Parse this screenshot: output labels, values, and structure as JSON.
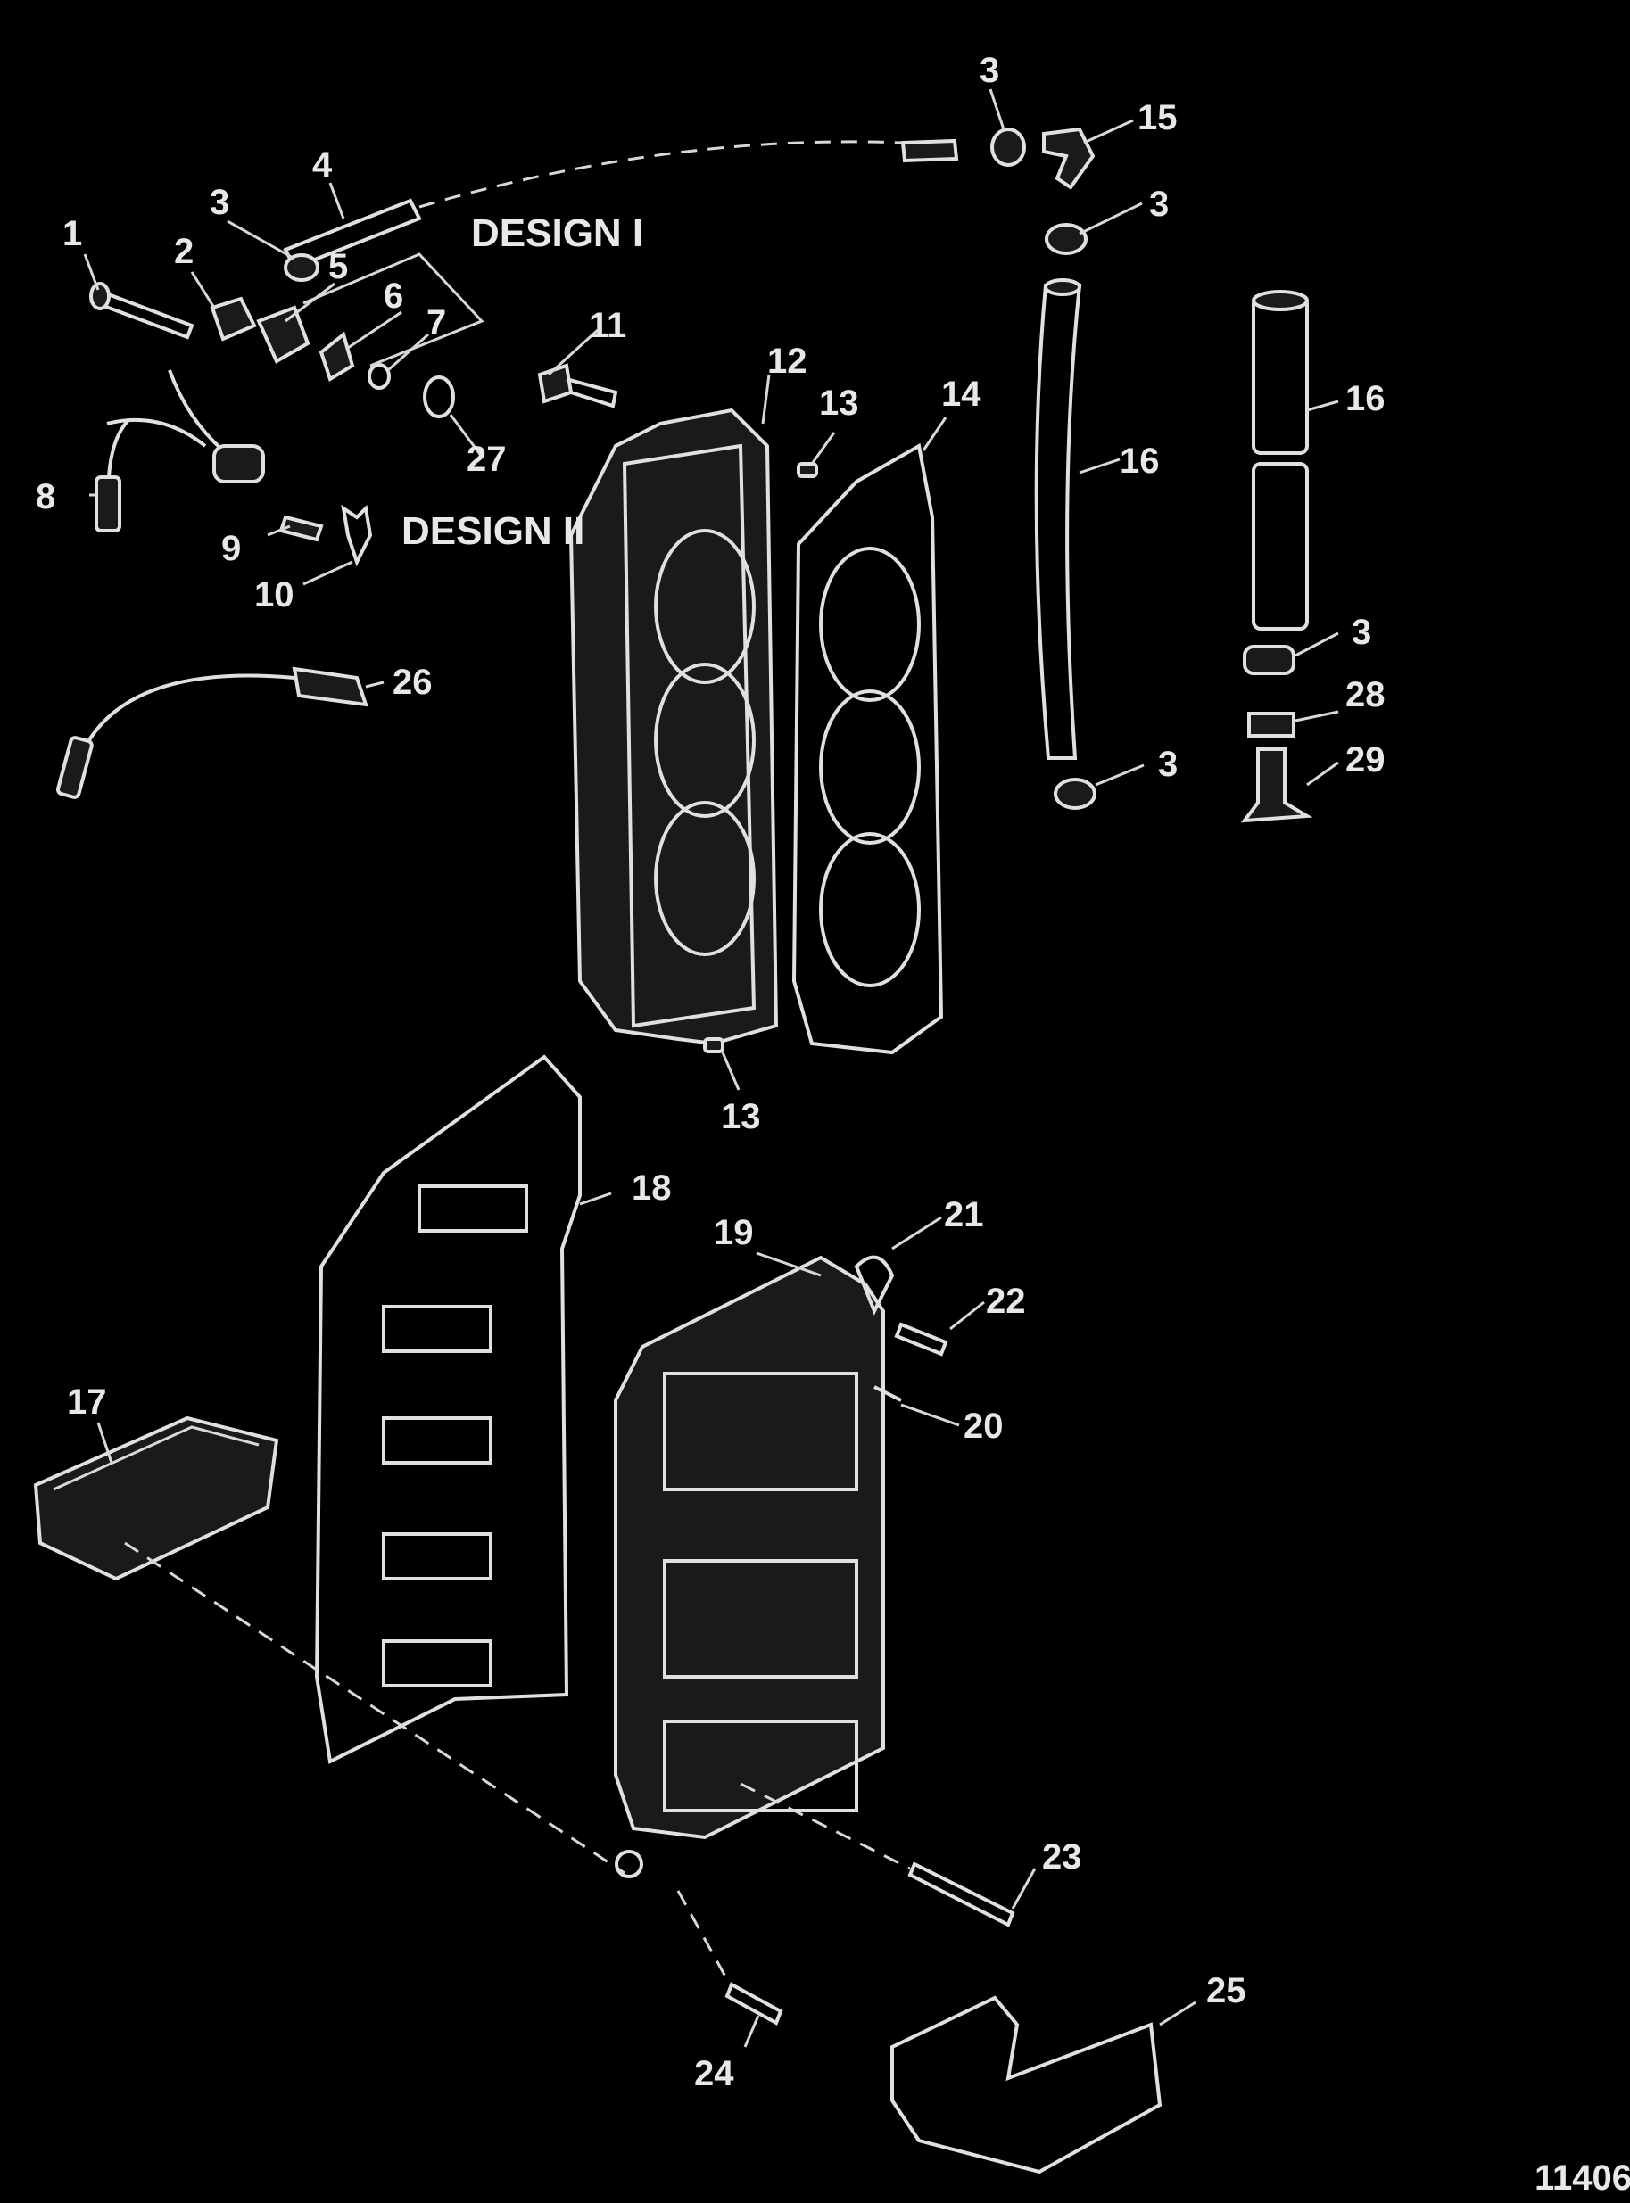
{
  "diagram": {
    "callouts": {
      "c1": "1",
      "c2": "2",
      "c3a": "3",
      "c3b": "3",
      "c3c": "3",
      "c3d": "3",
      "c3e": "3",
      "c4": "4",
      "c5": "5",
      "c6": "6",
      "c7": "7",
      "c8": "8",
      "c9": "9",
      "c10": "10",
      "c11": "11",
      "c12": "12",
      "c13a": "13",
      "c13b": "13",
      "c14": "14",
      "c15": "15",
      "c16a": "16",
      "c16b": "16",
      "c17": "17",
      "c18": "18",
      "c19": "19",
      "c20": "20",
      "c21": "21",
      "c22": "22",
      "c23": "23",
      "c24": "24",
      "c25": "25",
      "c26": "26",
      "c27": "27",
      "c28": "28",
      "c29": "29"
    },
    "design_labels": {
      "design1": "DESIGN I",
      "design2": "DESIGN II"
    },
    "figure_number": "11406"
  }
}
